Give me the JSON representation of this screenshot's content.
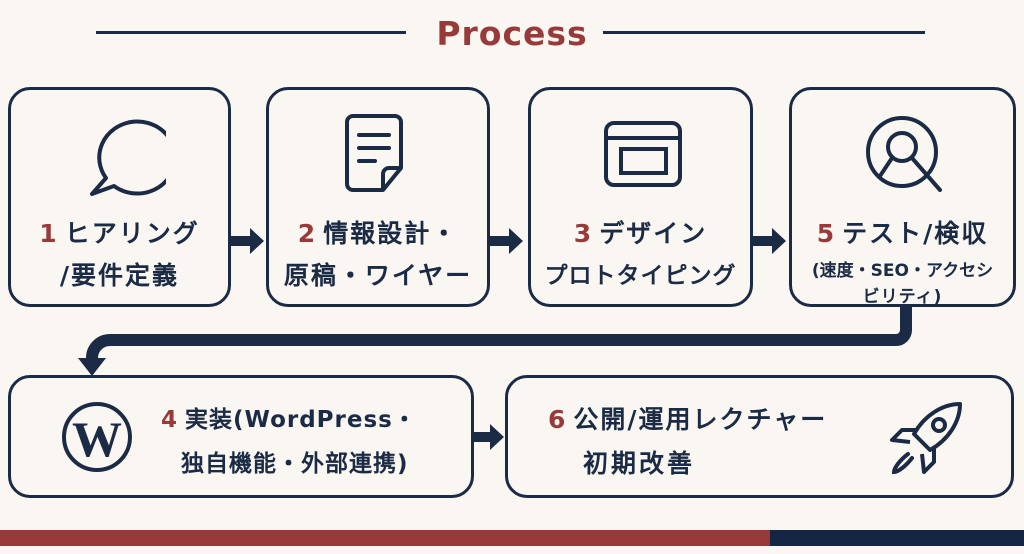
{
  "header": {
    "title": "Process"
  },
  "steps": [
    {
      "number": "1",
      "line1": "ヒアリング",
      "line2": "/要件定義",
      "icon": "speech-bubble-icon"
    },
    {
      "number": "2",
      "line1": "情報設計・",
      "line2": "原稿・ワイヤー",
      "icon": "document-icon"
    },
    {
      "number": "3",
      "line1": "デザイン",
      "line2": "プロトタイピング",
      "icon": "browser-window-icon"
    },
    {
      "number": "5",
      "line1": "テスト/検収",
      "line2": "(速度・SEO・アクセシ",
      "line3": "ビリティ)",
      "icon": "search-user-icon"
    },
    {
      "number": "4",
      "line1": "実装(WordPress・",
      "line2": "独自機能・外部連携)",
      "icon": "wordpress-icon"
    },
    {
      "number": "6",
      "line1": "公開/運用レクチャー",
      "line2": "初期改善",
      "icon": "rocket-icon"
    }
  ],
  "colors": {
    "accent": "#983a39",
    "navy": "#1c2b45",
    "background": "#faf7f3"
  }
}
